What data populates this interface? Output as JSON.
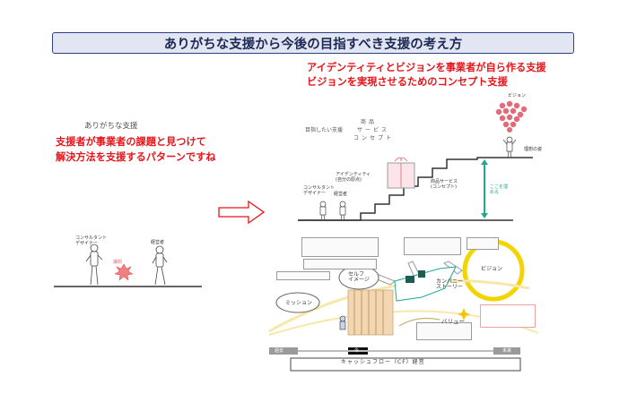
{
  "title": "ありがちな支援から今後の目指すべき支援の考え方",
  "left": {
    "caption": "ありがちな支援",
    "red_lines": [
      "支援者が事業者の課題と見つけて",
      "解決方法を支援するパターンですね"
    ],
    "consultant_label": "コンサルタント\nデザイナー",
    "manager_label": "経営者",
    "problem_label": "課題"
  },
  "right": {
    "red_lines": [
      "アイデンティティとビジョンを事業者が自ら作る支援",
      "ビジョンを実現させるためのコンセプト支援"
    ],
    "stairs_caption": "目指したい支援",
    "product_terms": [
      "商品",
      "サービス",
      "コンセプト"
    ],
    "vision_label": "ビジョン",
    "ideal_label": "理想の姿",
    "identity_label": "アイデンティティ\n(自分の原点)",
    "consultant_label": "コンサルタント\nデザイナー",
    "manager_label": "経営者",
    "product_label": "商品サービス\n(コンセプト)",
    "gap_label": "ここを埋める",
    "self_image": "セルフ\nイメージ",
    "company_story": "カンパニー\nストーリー",
    "mission": "ミッション",
    "vision_circle": "ビジョン",
    "value": "バリュー",
    "past": "過去",
    "present": "今",
    "future": "未来",
    "cashflow": "キャッシュフロー（CF）経営"
  },
  "colors": {
    "title_border": "#2a3f86",
    "title_bg": "#e2e6f3",
    "red_text": "#e8141a",
    "teal": "#1fa892",
    "heart_pink": "#e46a7a",
    "yellow_ring": "#f4d400"
  }
}
